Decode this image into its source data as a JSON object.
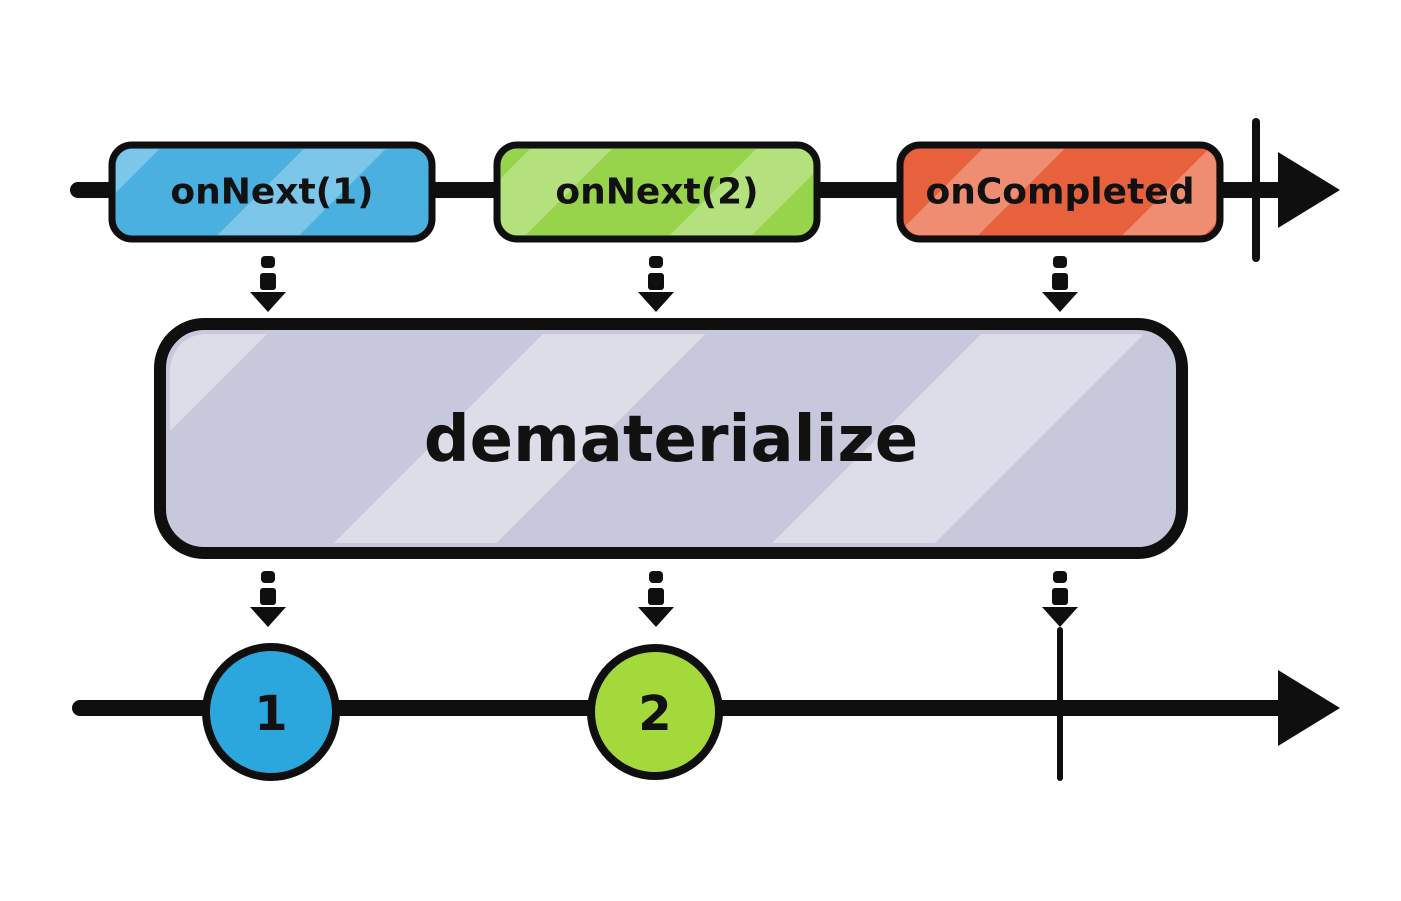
{
  "input_timeline": {
    "events": [
      {
        "label": "onNext(1)",
        "color": "#4ab0e0"
      },
      {
        "label": "onNext(2)",
        "color": "#97d44c"
      },
      {
        "label": "onCompleted",
        "color": "#e7613c"
      }
    ]
  },
  "operator": {
    "label": "dematerialize",
    "color": "#c7c8db"
  },
  "output_timeline": {
    "marbles": [
      {
        "label": "1",
        "color": "#2ba7dd"
      },
      {
        "label": "2",
        "color": "#a4d93c"
      }
    ]
  }
}
